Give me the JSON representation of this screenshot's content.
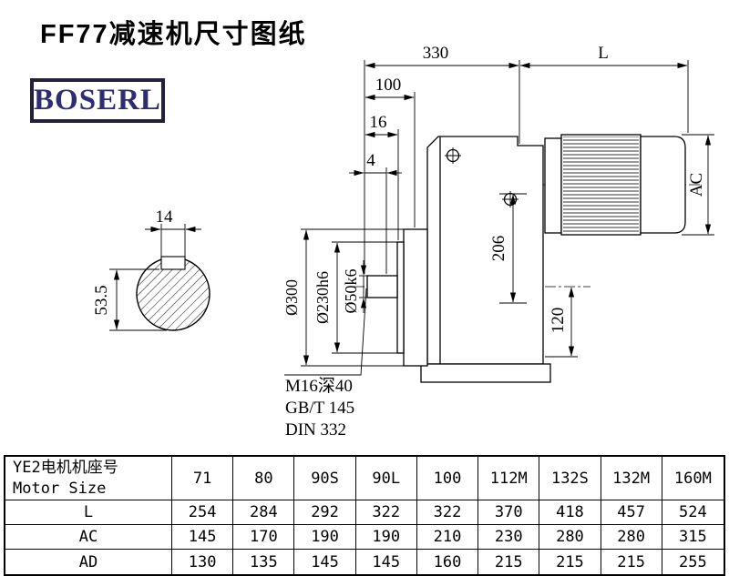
{
  "page": {
    "title": "FF77减速机尺寸图纸",
    "logo": "BOSERL"
  },
  "drawing": {
    "dim_330": "330",
    "dim_L": "L",
    "dim_100": "100",
    "dim_16": "16",
    "dim_4": "4",
    "dim_AC": "AC",
    "dim_206": "206",
    "dim_120": "120",
    "dia_300": "Ø300",
    "dia_230": "Ø230h6",
    "dia_50": "Ø50k6",
    "key_width": "14",
    "key_height": "53.5",
    "note_thread": "M16深40",
    "note_gb": "GB/T 145",
    "note_din": "DIN 332"
  },
  "table": {
    "motor_label_cn": "YE2电机机座号",
    "motor_label_en": "Motor Size",
    "sizes": [
      "71",
      "80",
      "90S",
      "90L",
      "100",
      "112M",
      "132S",
      "132M",
      "160M"
    ],
    "rows": [
      {
        "label": "L",
        "values": [
          "254",
          "284",
          "292",
          "322",
          "322",
          "370",
          "418",
          "457",
          "524"
        ]
      },
      {
        "label": "AC",
        "values": [
          "145",
          "170",
          "190",
          "190",
          "210",
          "230",
          "280",
          "280",
          "315"
        ]
      },
      {
        "label": "AD",
        "values": [
          "130",
          "135",
          "145",
          "145",
          "160",
          "215",
          "215",
          "215",
          "255"
        ]
      }
    ]
  }
}
